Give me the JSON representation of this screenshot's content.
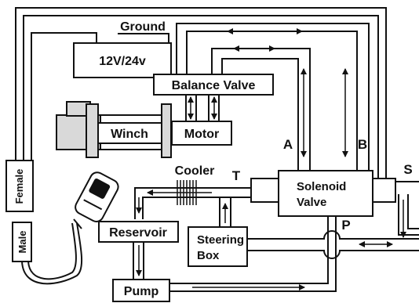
{
  "labels": {
    "ground": "Ground",
    "battery": "12V/24v",
    "balance_valve": "Balance Valve",
    "winch": "Winch",
    "motor": "Motor",
    "port_a": "A",
    "port_b": "B",
    "cooler": "Cooler",
    "port_t": "T",
    "solenoid_line1": "Solenoid",
    "solenoid_line2": "Valve",
    "port_s": "S",
    "port_p": "P",
    "female": "Female",
    "male": "Male",
    "reservoir": "Reservoir",
    "steering_line1": "Steering",
    "steering_line2": "Box",
    "pump": "Pump"
  },
  "colors": {
    "line": "#111111",
    "component_fill": "#ffffff",
    "winch_body_fill": "#d9d9d9"
  }
}
